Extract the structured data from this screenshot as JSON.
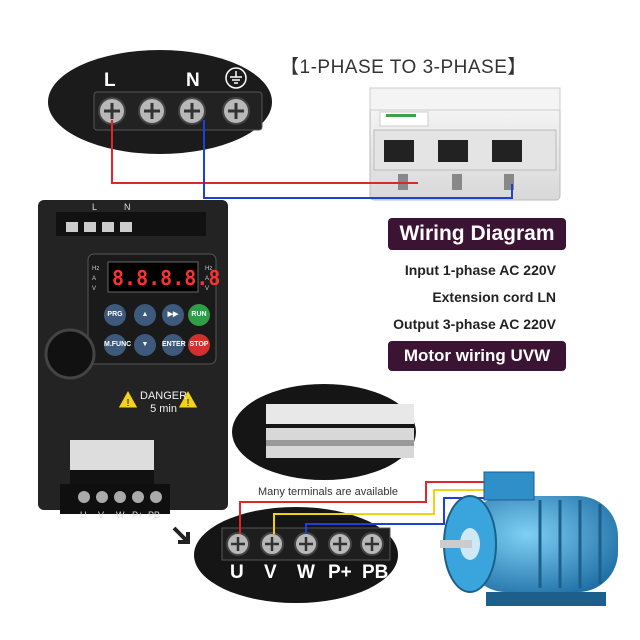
{
  "header": {
    "title": "【1-PHASE TO 3-PHASE】"
  },
  "input_terminals": {
    "labels": [
      "L",
      "N"
    ],
    "ground_icon": "ground-icon"
  },
  "diagram_title": "Wiring Diagram",
  "specs": [
    "Input 1-phase AC 220V",
    "Extension cord LN",
    "Output 3-phase AC 220V"
  ],
  "motor_title": "Motor wiring UVW",
  "device": {
    "top_labels": [
      "L",
      "N"
    ],
    "display": "8.8.8.8.8",
    "keys": [
      "PRG",
      "RUN",
      "M.FUNC",
      "ENTER",
      "STOP"
    ],
    "side_left": [
      "Hz",
      "A",
      "V"
    ],
    "side_right": [
      "Hz",
      "A",
      "V"
    ],
    "warning_line1": "DANGER",
    "warning_line2": "5 min",
    "bottom_labels": [
      "U",
      "V",
      "W",
      "P+",
      "PB"
    ]
  },
  "terminal_note": "Many terminals are available",
  "output_terminals": {
    "labels": [
      "U",
      "V",
      "W",
      "P+",
      "PB"
    ]
  },
  "colors": {
    "accent": "#3a1432",
    "wire_red": "#e0262d",
    "wire_blue": "#1f3fd6",
    "wire_yellow": "#f2d20f",
    "motor": "#2e8fc9"
  }
}
